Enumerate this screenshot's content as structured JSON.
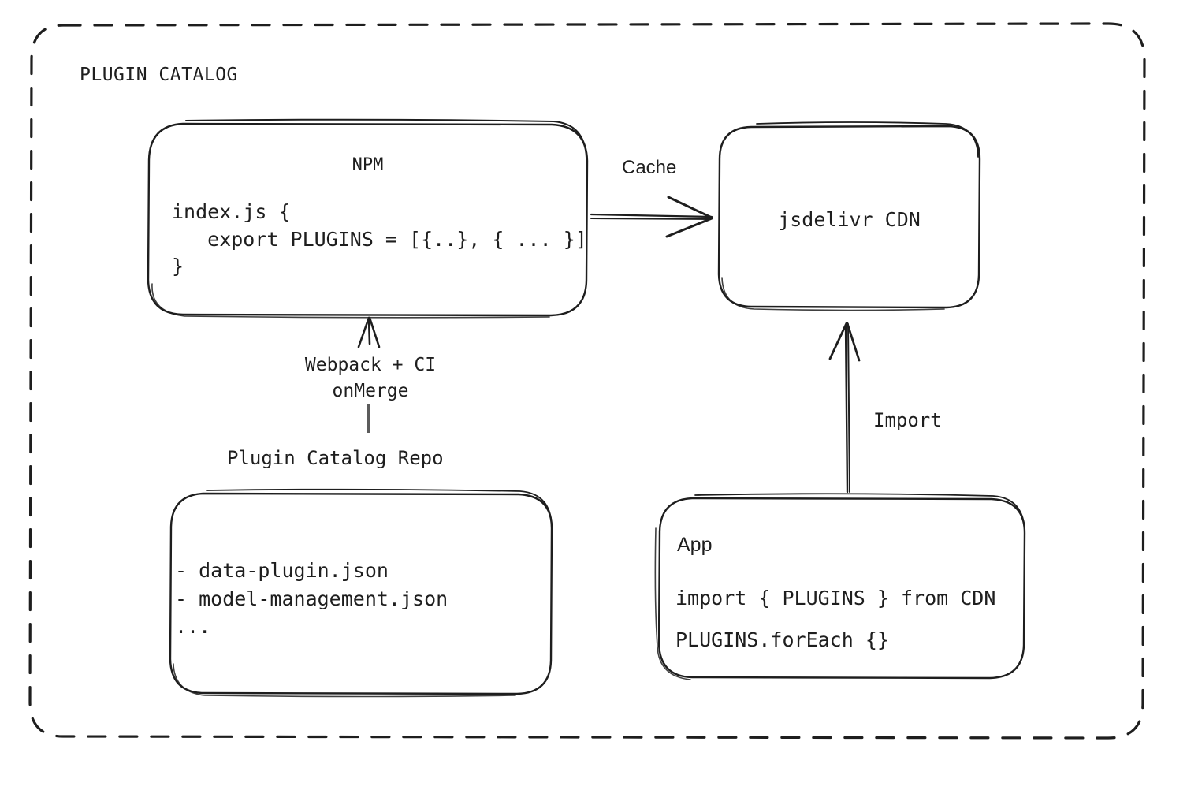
{
  "diagram": {
    "type": "architecture-flow",
    "background_color": "#ffffff",
    "stroke_color": "#1e1e1e",
    "container": {
      "label": "PLUGIN CATALOG",
      "style": "dashed-rounded-rectangle"
    },
    "nodes": [
      {
        "id": "npm",
        "title": "NPM",
        "title_align": "center",
        "code_lines": [
          "index.js {",
          "   export PLUGINS = [{..}, { ... }]",
          "}"
        ]
      },
      {
        "id": "cdn",
        "title": "jsdelivr CDN",
        "title_align": "center"
      },
      {
        "id": "repo",
        "external_label": "Plugin Catalog Repo",
        "list_lines": [
          "- data-plugin.json",
          "- model-management.json",
          "..."
        ]
      },
      {
        "id": "app",
        "title": "App",
        "code_lines": [
          "import { PLUGINS } from CDN",
          "PLUGINS.forEach {}"
        ]
      }
    ],
    "edges": [
      {
        "id": "npm-to-cdn",
        "label": "Cache",
        "from": "npm",
        "to": "cdn",
        "direction": "right"
      },
      {
        "id": "repo-to-npm",
        "label": "Webpack + CI\nonMerge",
        "label_line1": "Webpack + CI",
        "label_line2": "onMerge",
        "from": "repo",
        "to": "npm",
        "direction": "up"
      },
      {
        "id": "app-to-cdn",
        "label": "Import",
        "from": "app",
        "to": "cdn",
        "direction": "up"
      }
    ]
  }
}
